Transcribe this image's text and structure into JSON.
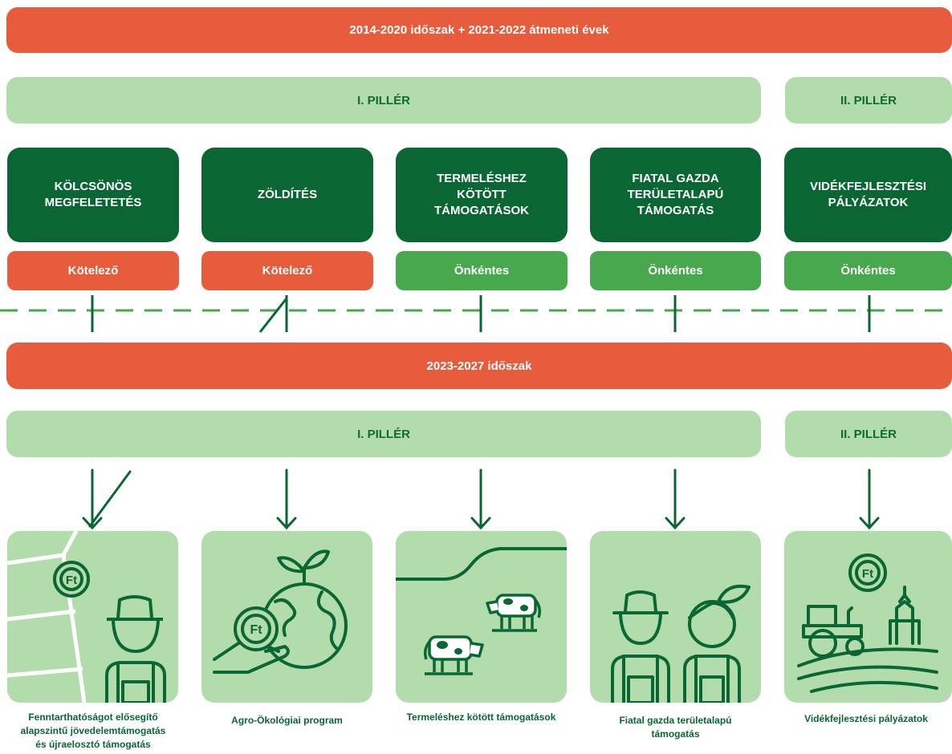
{
  "top_period": "2014-2020 időszak + 2021-2022 átmeneti évek",
  "pillar1_label": "I. PILLÉR",
  "pillar2_label": "II. PILLÉR",
  "old_schemes": [
    {
      "title": "KÖLCSÖNÖS\nMEGFELETETÉS",
      "status": "Kötelező",
      "status_type": "mandatory"
    },
    {
      "title": "ZÖLDÍTÉS",
      "status": "Kötelező",
      "status_type": "mandatory"
    },
    {
      "title": "TERMELÉSHEZ\nKÖTÖTT\nTÁMOGATÁSOK",
      "status": "Önkéntes",
      "status_type": "voluntary"
    },
    {
      "title": "FIATAL GAZDA\nTERÜLETALAPÚ\nTÁMOGATÁS",
      "status": "Önkéntes",
      "status_type": "voluntary"
    },
    {
      "title": "VIDÉKFEJLESZTÉSI\nPÁLYÁZATOK",
      "status": "Önkéntes",
      "status_type": "voluntary"
    }
  ],
  "bottom_period": "2023-2027 időszak",
  "new_schemes": [
    {
      "caption": "Fenntarthatóságot elősegítő\nalapszintű jövedelemtámogatás\nés újraelosztó támogatás",
      "icon": "farmer-field-icon"
    },
    {
      "caption": "Agro-Ökológiai program",
      "icon": "globe-hand-coin-icon"
    },
    {
      "caption": "Termeléshez kötött támogatások",
      "icon": "cows-icon"
    },
    {
      "caption": "Fiatal gazda területalapú\ntámogatás",
      "icon": "young-farmers-icon"
    },
    {
      "caption": "Vidékfejlesztési pályázatok",
      "icon": "tractor-village-icon"
    }
  ],
  "currency_symbol": "Ft",
  "colors": {
    "orange": "#e65c3c",
    "dark_green": "#0a6633",
    "mid_green": "#47a84d",
    "light_green": "#b3dcad"
  }
}
